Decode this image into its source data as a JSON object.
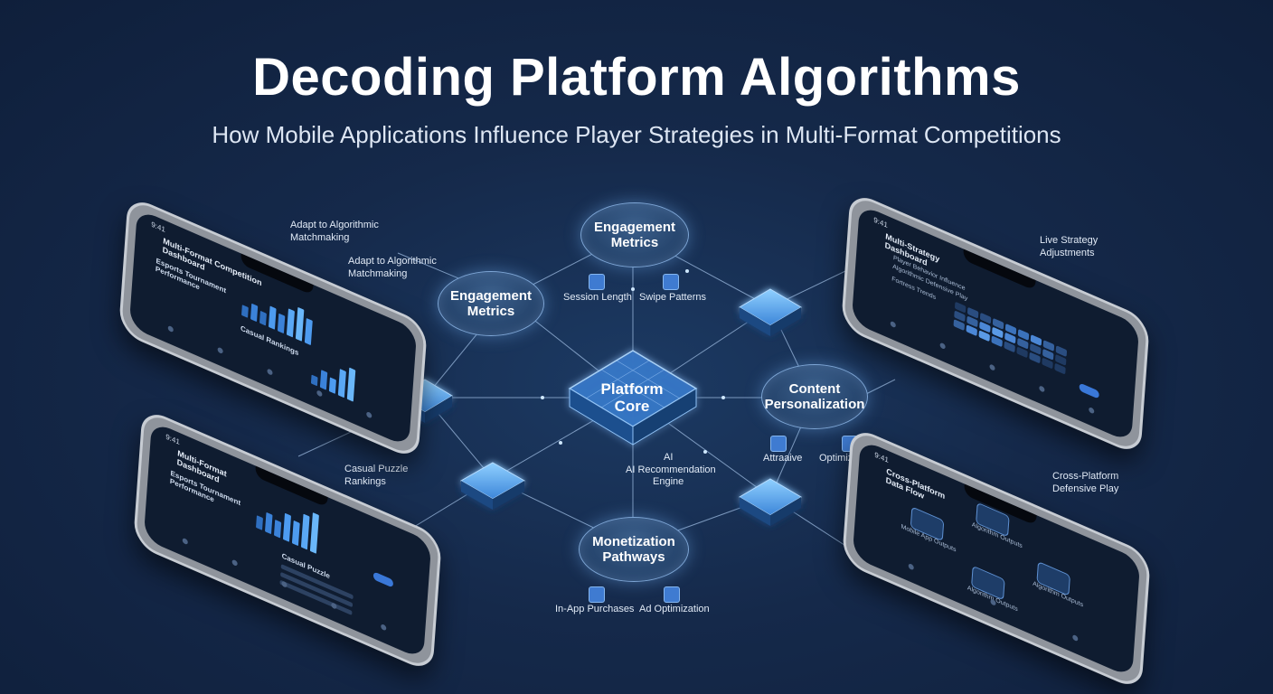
{
  "header": {
    "title": "Decoding Platform Algorithms",
    "subtitle": "How Mobile Applications Influence Player Strategies in Multi-Format Competitions"
  },
  "core": {
    "label_line1": "Platform",
    "label_line2": "Core"
  },
  "nodes": {
    "engagement_top": {
      "line1": "Engagement",
      "line2": "Metrics"
    },
    "engagement_left": {
      "line1": "Engagement",
      "line2": "Metrics"
    },
    "content": {
      "line1": "Content",
      "line2": "Personalization"
    },
    "monetization": {
      "line1": "Monetization",
      "line2": "Pathways"
    }
  },
  "labels": {
    "session_length": "Session Length",
    "swipe_patterns": "Swipe Patterns",
    "ai_short": "AI",
    "ai_rec_line1": "AI Recommendation",
    "ai_rec_line2": "Engine",
    "attractive": "Attraaive",
    "optimization": "Optimization",
    "in_app": "In-App Purchases",
    "ad_opt": "Ad Optimization",
    "adapt1_line1": "Adapt to Algorithmic",
    "adapt1_line2": "Matchmaking",
    "adapt2_line1": "Adapt to Algorithmic",
    "adapt2_line2": "Matchmaking",
    "casual_line1": "Casual Puzzle",
    "casual_line2": "Rankings",
    "live_line1": "Live Strategy",
    "live_line2": "Adjustments",
    "cross_line1": "Cross-Platform",
    "cross_line2": "Defensive Play"
  },
  "phones": {
    "p1": {
      "time": "9:41",
      "title_line1": "Multi-Format Competition",
      "title_line2": "Dashboard",
      "sub_line1": "Esports Tournament",
      "sub_line2": "Performance",
      "section": "Casual Rankings"
    },
    "p2": {
      "time": "9:41",
      "title_line1": "Multi-Strategy",
      "title_line2": "Dashboard",
      "sub": "Player Behavior Influence",
      "sub2": "Algorithmic Defensive Play",
      "section": "Fortress Trends"
    },
    "p3": {
      "time": "9:41",
      "title_line1": "Multi-Format",
      "title_line2": "Dashboard",
      "sub_line1": "Esports Tournament",
      "sub_line2": "Performance",
      "section": "Casual Puzzle"
    },
    "p4": {
      "time": "9:41",
      "title_line1": "Cross-Platform",
      "title_line2": "Data Flow",
      "box1": "Algorithm Outputs",
      "box2": "Mobile App Outputs",
      "box3": "Algorithm Outputs",
      "box4": "Algorithm Outputs"
    }
  },
  "colors": {
    "background": "#15294a",
    "accent": "#4d9bf0",
    "node_border": "#7ea6d6"
  }
}
